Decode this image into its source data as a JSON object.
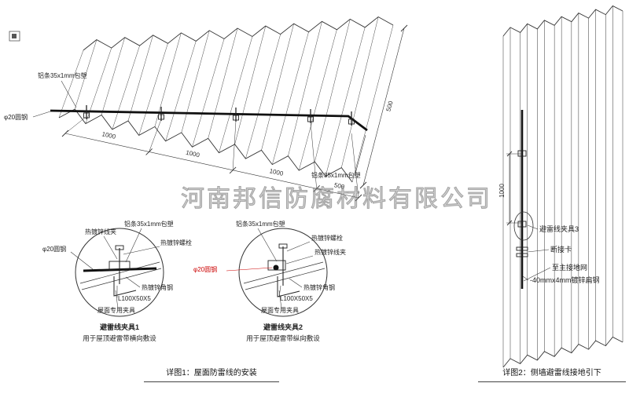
{
  "watermark": "河南邦信防腐材料有限公司",
  "roof": {
    "strip_label_left": "铝条35x1mm包塑",
    "strip_label_right": "铝条35x1mm包塑",
    "rod_label": "φ20圆钢",
    "dim_segments": [
      "1000",
      "1000",
      "1000",
      "500"
    ],
    "dim_right": "500"
  },
  "detail1": {
    "title": "避雷线夹具1",
    "subtitle": "用于屋顶避雷带横向敷设",
    "labels": {
      "clamp": "热镀锌线夹",
      "strip": "铝条35x1mm包塑",
      "bolt": "热镀锌螺栓",
      "rod": "φ20圆钢",
      "angle_steel": "热镀锌角钢",
      "angle_spec": "L100X50X5",
      "fixture": "屋面专用夹具"
    }
  },
  "detail2": {
    "title": "避雷线夹具2",
    "subtitle": "用于屋顶避雷带纵向敷设",
    "labels": {
      "clamp": "热镀锌线夹",
      "strip": "铝条35x1mm包塑",
      "bolt": "热镀锌螺栓",
      "rod": "φ20圆钢",
      "angle_steel": "热镀锌角钢",
      "angle_spec": "L100X50X5",
      "fixture": "屋面专用夹具"
    }
  },
  "wall": {
    "dim": "1000",
    "clamp_label": "避雷线夹具3",
    "disconnect_label": "断接卡",
    "ground_label": "至主接地网",
    "steel_label": "-40mmx4mm镀锌扁钢"
  },
  "captions": {
    "fig1": "详图1：屋面防雷线的安装",
    "fig2": "详图2：侧墙避雷线接地引下"
  },
  "colors": {
    "line": "#333333",
    "red": "#cc0000",
    "watermark": "#9a9a9a"
  }
}
